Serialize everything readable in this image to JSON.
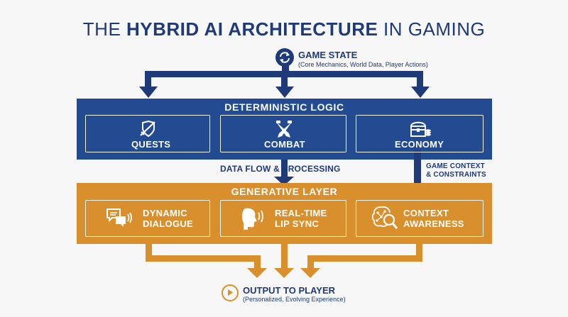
{
  "title": {
    "pre": "THE ",
    "bold": "HYBRID AI ARCHITECTURE",
    "post": " IN GAMING"
  },
  "game_state": {
    "title": "GAME STATE",
    "subtitle": "(Core Mechanics, World Data, Player Actions)",
    "icon": "refresh-cycle-icon"
  },
  "deterministic": {
    "title": "DETERMINISTIC LOGIC",
    "items": [
      {
        "label": "QUESTS",
        "icon": "shield-sword-icon"
      },
      {
        "label": "COMBAT",
        "icon": "crossed-guns-icon"
      },
      {
        "label": "ECONOMY",
        "icon": "treasure-chest-icon"
      }
    ]
  },
  "flows": {
    "data_flow": "DATA FLOW & PROCESSING",
    "context_line1": "GAME CONTEXT",
    "context_line2": "& CONSTRAINTS"
  },
  "generative": {
    "title": "GENERATIVE LAYER",
    "items": [
      {
        "line1": "DYNAMIC",
        "line2": "DIALOGUE",
        "icon": "speech-bubbles-icon"
      },
      {
        "line1": "REAL-TIME",
        "line2": "LIP SYNC",
        "icon": "speaking-head-icon"
      },
      {
        "line1": "CONTEXT",
        "line2": "AWARENESS",
        "icon": "brain-magnifier-icon"
      }
    ]
  },
  "output": {
    "title": "OUTPUT TO PLAYER",
    "subtitle": "(Personalized, Evolving Experience)",
    "icon": "play-circle-icon"
  },
  "colors": {
    "navy": "#1f3a78",
    "band_blue": "#234b91",
    "orange": "#d98f2b",
    "background": "#f7f7f7"
  }
}
